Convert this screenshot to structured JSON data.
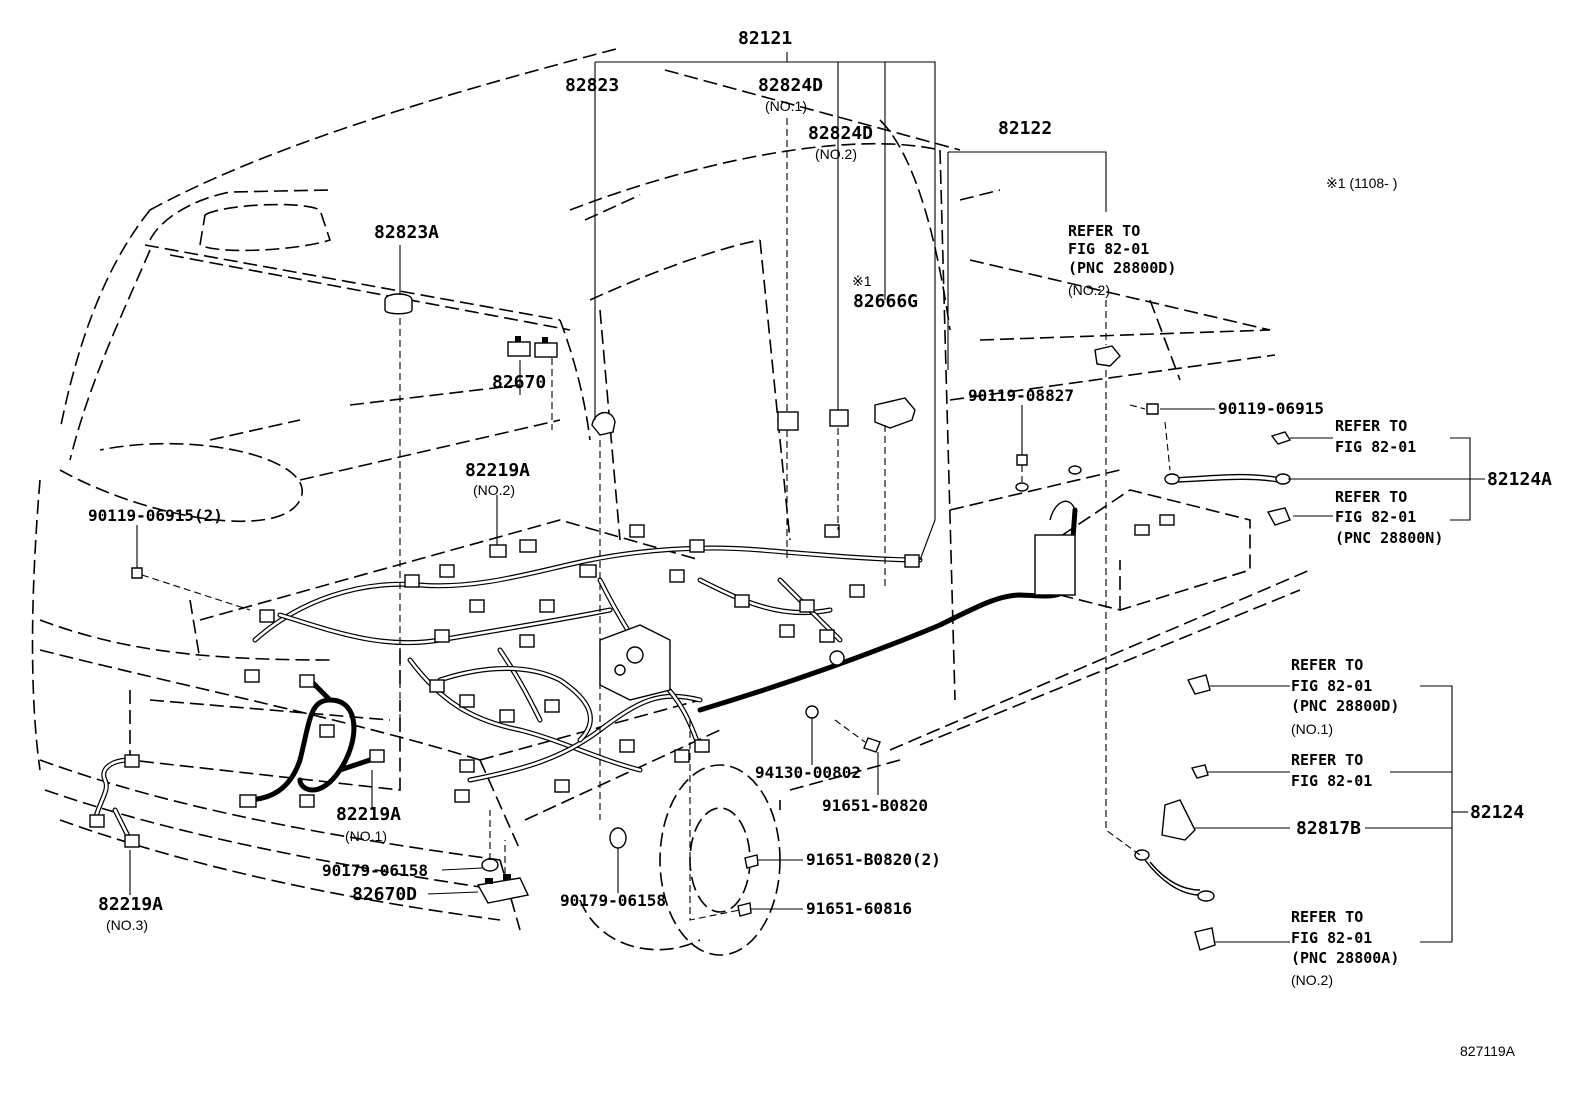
{
  "labels": {
    "p82121": "82121",
    "p82823": "82823",
    "p82824D_1": "82824D",
    "p82824D_1_sub": "(NO.1)",
    "p82824D_2": "82824D",
    "p82824D_2_sub": "(NO.2)",
    "p82122": "82122",
    "note_range": "※1 (1108-      )",
    "p82823A": "82823A",
    "p82670": "82670",
    "mark1": "※1",
    "p82666G": "82666G",
    "p82219A_2": "82219A",
    "p82219A_2_sub": "(NO.2)",
    "p90119_06915_2": "90119-06915(2)",
    "p90119_08827": "90119-08827",
    "p90119_06915": "90119-06915",
    "p82124A": "82124A",
    "p82219A_1": "82219A",
    "p82219A_1_sub": "(NO.1)",
    "p90179_06158_a": "90179-06158",
    "p82670D": "82670D",
    "p90179_06158_b": "90179-06158",
    "p82219A_3": "82219A",
    "p82219A_3_sub": "(NO.3)",
    "p94130_00802": "94130-00802",
    "p91651_B0820": "91651-B0820",
    "p91651_B0820_2": "91651-B0820(2)",
    "p91651_60816": "91651-60816",
    "p82124": "82124",
    "p82817B": "82817B",
    "figure_id": "827119A"
  },
  "refs": {
    "top": {
      "line1": "REFER TO",
      "line2": "FIG 82-01",
      "line3": "(PNC 28800D)",
      "line4": "(NO.2)"
    },
    "r1": {
      "line1": "REFER TO",
      "line2": "FIG 82-01"
    },
    "r2": {
      "line1": "REFER TO",
      "line2": "FIG 82-01",
      "line3": "(PNC 28800N)"
    },
    "r3": {
      "line1": "REFER TO",
      "line2": "FIG 82-01",
      "line3": "(PNC 28800D)",
      "line4": "(NO.1)"
    },
    "r4": {
      "line1": "REFER TO",
      "line2": "FIG 82-01"
    },
    "r5": {
      "line1": "REFER TO",
      "line2": "FIG 82-01",
      "line3": "(PNC 28800A)",
      "line4": "(NO.2)"
    }
  }
}
